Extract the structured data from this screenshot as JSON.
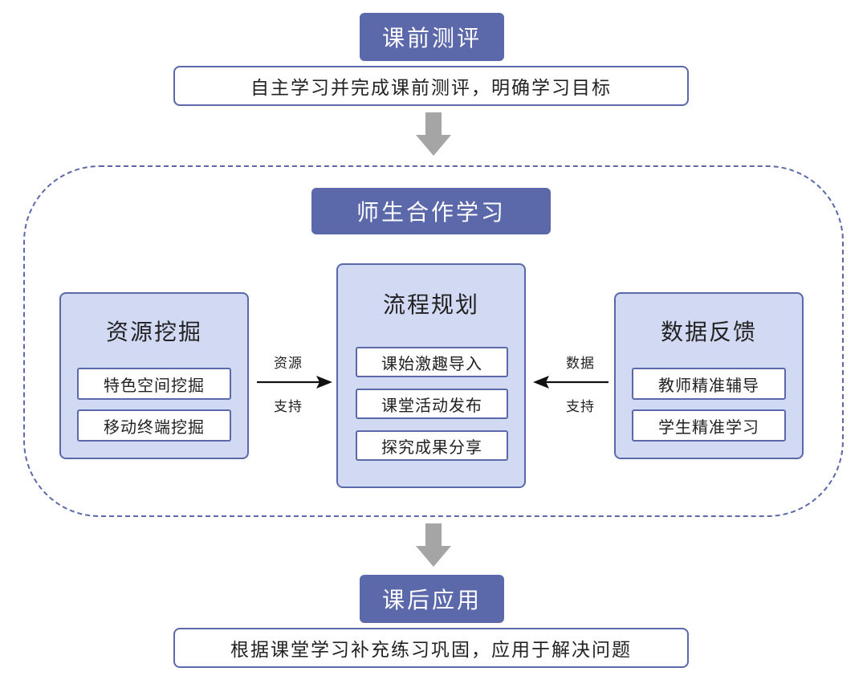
{
  "pre_class": {
    "title": "课前测评",
    "description": "自主学习并完成课前测评，明确学习目标"
  },
  "collaboration": {
    "title": "师生合作学习",
    "resource_panel": {
      "title": "资源挖掘",
      "items": [
        "特色空间挖掘",
        "移动终端挖掘"
      ]
    },
    "process_panel": {
      "title": "流程规划",
      "items": [
        "课始激趣导入",
        "课堂活动发布",
        "探究成果分享"
      ]
    },
    "feedback_panel": {
      "title": "数据反馈",
      "items": [
        "教师精准辅导",
        "学生精准学习"
      ]
    },
    "left_arrow_label": {
      "top": "资源",
      "bottom": "支持"
    },
    "right_arrow_label": {
      "top": "数据",
      "bottom": "支持"
    }
  },
  "post_class": {
    "title": "课后应用",
    "description": "根据课堂学习补充练习巩固，应用于解决问题"
  },
  "colors": {
    "accent": "#5b68a9",
    "panel_fill": "#d2d9f3",
    "flow_arrow": "#a5a5a5"
  }
}
